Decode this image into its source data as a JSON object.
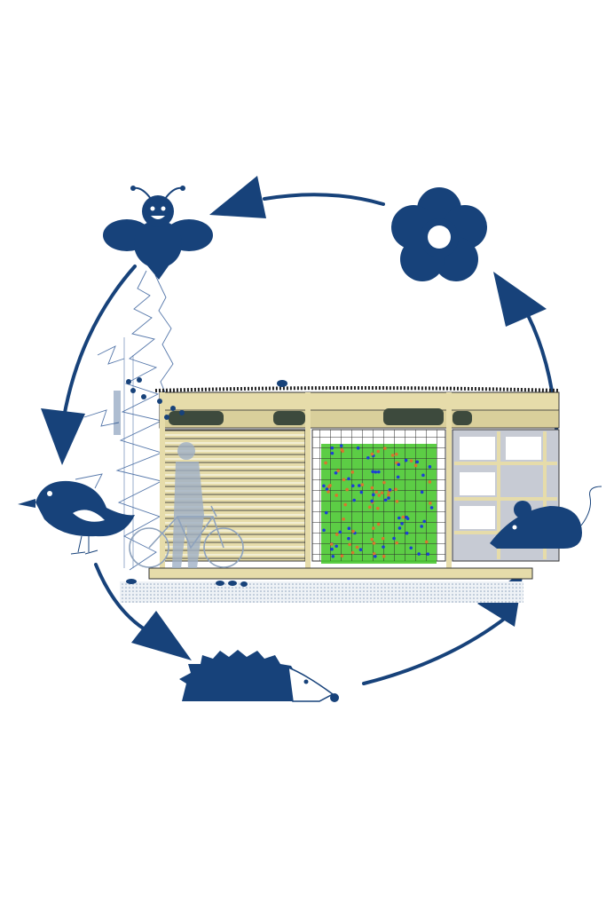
{
  "illustration": {
    "title_visible": false,
    "cycle": [
      "bee",
      "flower",
      "mouse",
      "hedgehog",
      "bird"
    ],
    "colors": {
      "animal_blue": "#17427a",
      "wood": "#e6dcaa",
      "wood_dark": "#cfc48e",
      "outline": "#2b2b2b",
      "plant_green": "#3fc425",
      "flower_blue": "#1c3fd6",
      "flower_orange": "#d9752f",
      "silhouette": "#9fb0c6",
      "ground": "#dfe6ee",
      "shelf_gray": "#c7cbd4",
      "tree_line": "#5577aa"
    }
  }
}
